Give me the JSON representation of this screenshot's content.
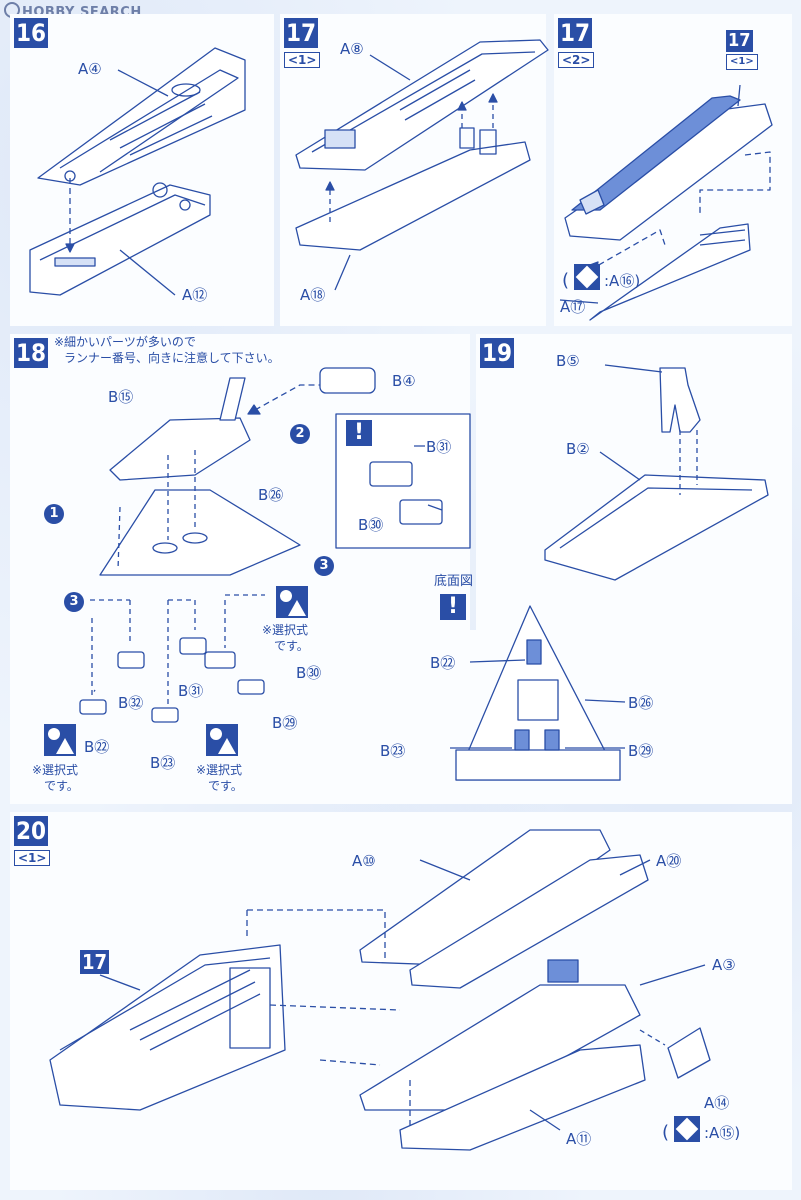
{
  "watermark": {
    "text": "HOBBY SEARCH"
  },
  "step16": {
    "number": "16",
    "parts": {
      "upper": "A④",
      "lower": "A⑫"
    }
  },
  "step17a": {
    "number": "17",
    "sub": "<1>",
    "parts": {
      "upper": "A⑧",
      "lower": "A⑱"
    }
  },
  "step17b": {
    "number": "17",
    "sub": "<2>",
    "ref_number": "17",
    "ref_sub": "<1>",
    "part_bottom": "A⑰",
    "alt_prefix": "(",
    "alt_text": ":A⑯)"
  },
  "step18": {
    "number": "18",
    "note_line1": "※細かいパーツが多いので",
    "note_line2": "ランナー番号、向きに注意して下さい。",
    "parts": {
      "shuttle": "B⑮",
      "pod": "B④",
      "delta": "B㉖",
      "p31": "B㉛",
      "p30": "B㉚",
      "p32": "B㉜",
      "p22": "B㉒",
      "p23": "B㉓",
      "p29": "B㉙"
    },
    "inset_parts": {
      "top": "B㉛",
      "bottom": "B㉚"
    },
    "bubbles": {
      "b1": "1",
      "b2": "2",
      "b3a": "3",
      "b3b": "3"
    },
    "choice_note_line1": "※選択式",
    "choice_note_line2": "です。",
    "warn_mark": "!"
  },
  "step19": {
    "number": "19",
    "parts": {
      "stand_arm": "B⑤",
      "stand_base": "B②"
    }
  },
  "bottom_view": {
    "title": "底面図",
    "warn_mark": "!",
    "parts": {
      "top": "B㉒",
      "right": "B㉖",
      "left": "B㉓",
      "right_low": "B㉙"
    }
  },
  "step20": {
    "number": "20",
    "sub": "<1>",
    "ref_number": "17",
    "parts": {
      "a10": "A⑩",
      "a20": "A⑳",
      "a3": "A③",
      "a14": "A⑭",
      "a11": "A⑪"
    },
    "alt_prefix": "(",
    "alt_text": ":A⑮)"
  },
  "colors": {
    "ink": "#2a4ea6",
    "highlight": "#6d8fd8",
    "paper": "#fbfdff"
  }
}
